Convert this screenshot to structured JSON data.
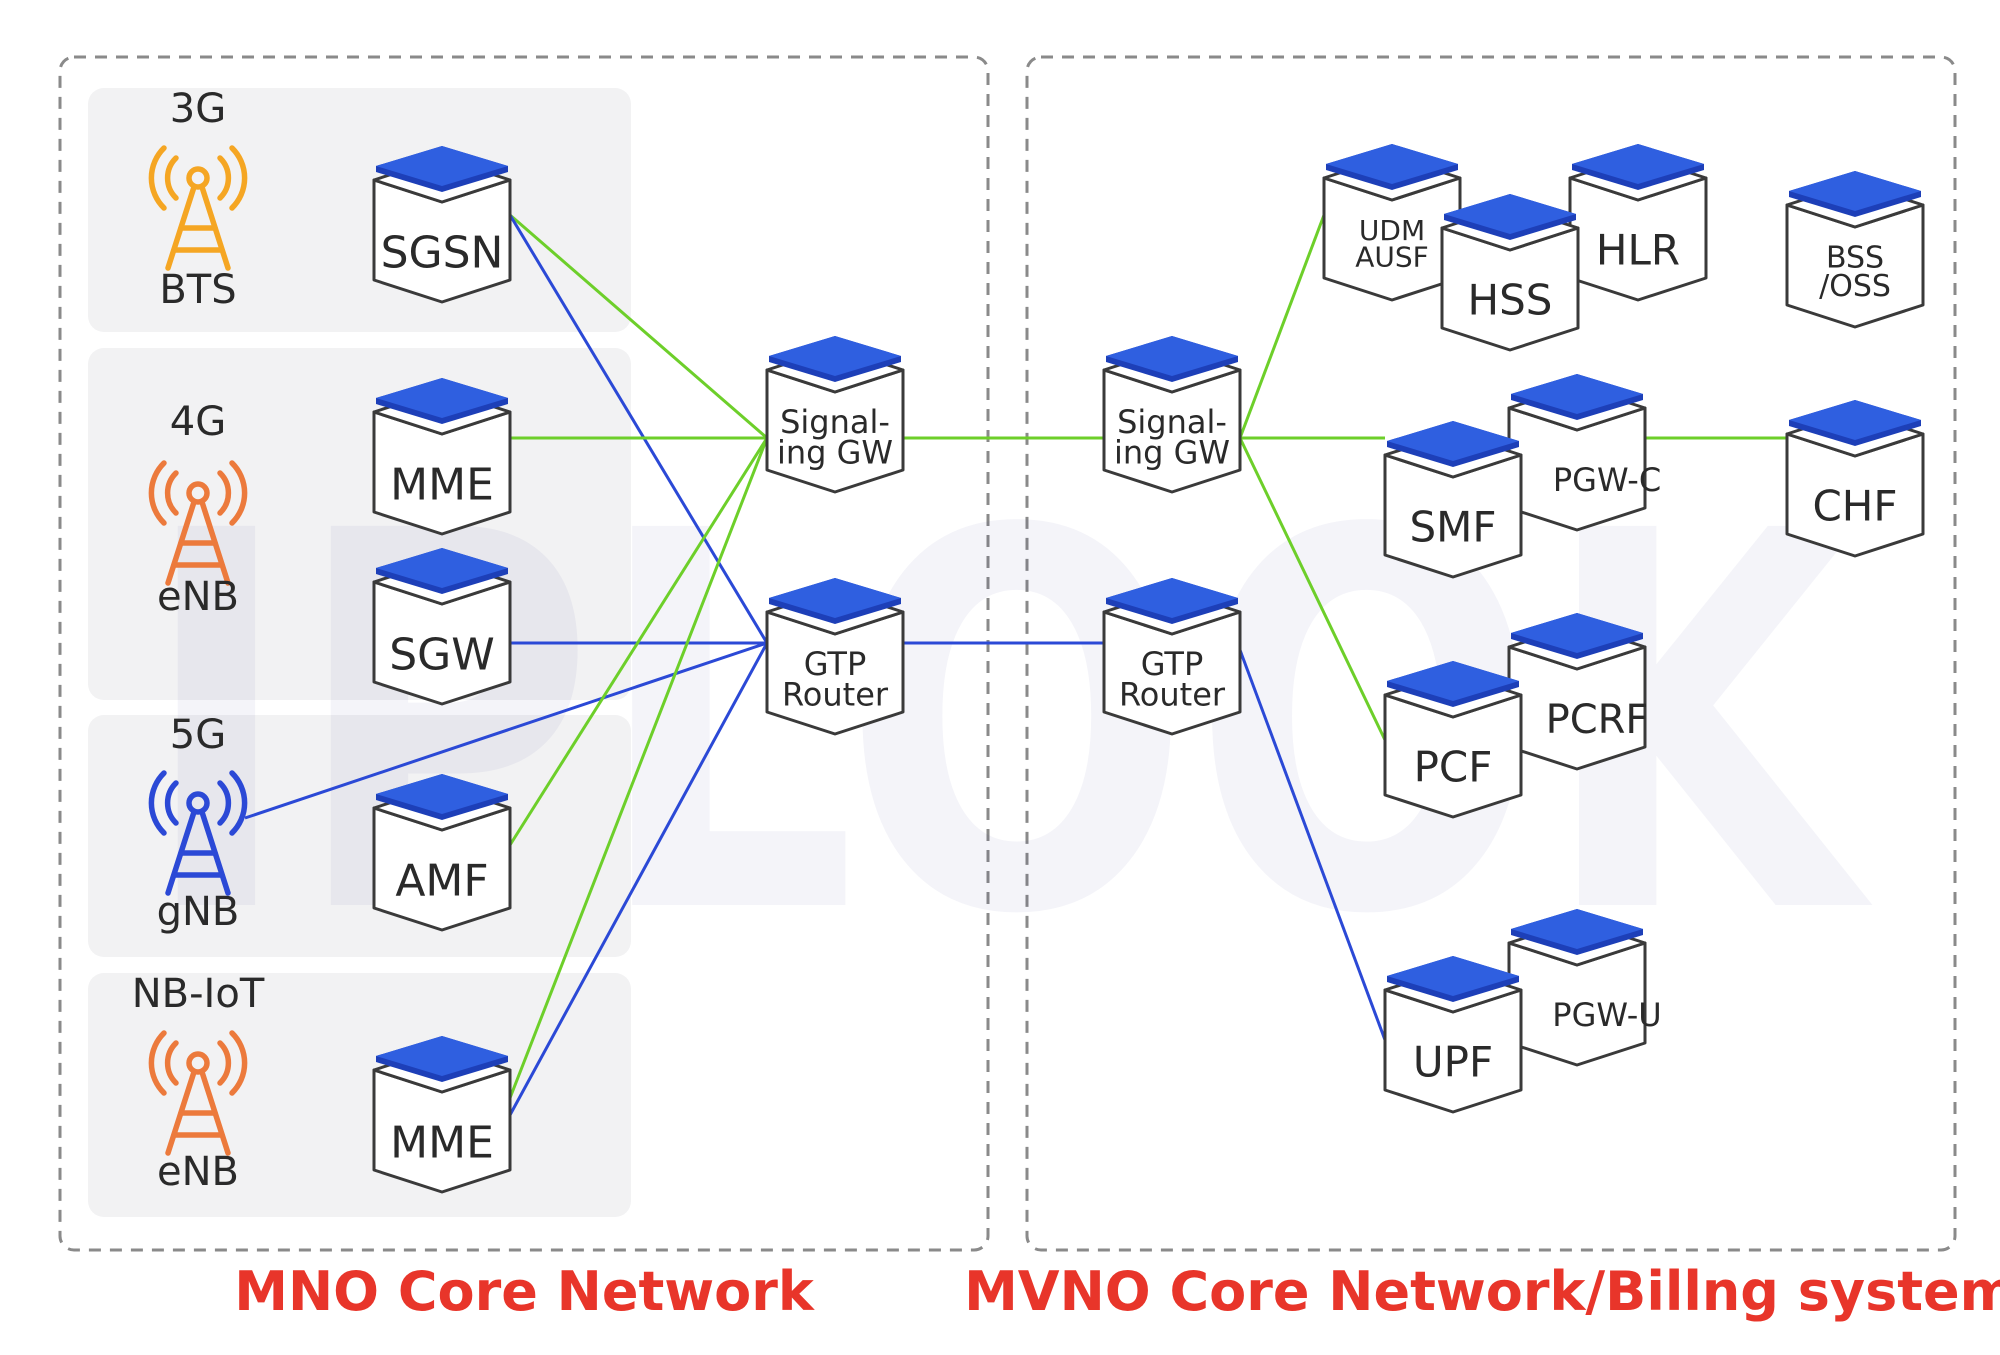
{
  "colors": {
    "cube_top": "#2f5fe0",
    "cube_top_dark": "#1d3fb8",
    "cube_outline": "#3a3a3a",
    "line_green": "#6dcf2a",
    "line_blue": "#2b49d6",
    "title_red": "#e8352a",
    "panel_bg": "#f2f2f3",
    "tower_3g": "#f5a623",
    "tower_4g": "#ec7a3c",
    "tower_5g": "#2b49d6",
    "tower_nbiot": "#ec7a3c"
  },
  "watermark": "IPLOOK",
  "sections": {
    "mno_title": "MNO Core Network",
    "mvno_title": "MVNO Core Network/Billng system"
  },
  "towers": [
    {
      "id": "3g",
      "gen": "3G",
      "name": "BTS",
      "color": "#f5a623"
    },
    {
      "id": "4g",
      "gen": "4G",
      "name": "eNB",
      "color": "#ec7a3c"
    },
    {
      "id": "5g",
      "gen": "5G",
      "name": "gNB",
      "color": "#2b49d6"
    },
    {
      "id": "nbiot",
      "gen": "NB-IoT",
      "name": "eNB",
      "color": "#ec7a3c"
    }
  ],
  "nodes": {
    "sgsn": {
      "lines": [
        "SGSN"
      ]
    },
    "mme4g": {
      "lines": [
        "MME"
      ]
    },
    "sgw": {
      "lines": [
        "SGW"
      ]
    },
    "amf": {
      "lines": [
        "AMF"
      ]
    },
    "mme_nbiot": {
      "lines": [
        "MME"
      ]
    },
    "sig_gw_mno": {
      "lines": [
        "Signal-",
        "ing GW"
      ]
    },
    "gtp_mno": {
      "lines": [
        "GTP",
        "Router"
      ]
    },
    "sig_gw_mvno": {
      "lines": [
        "Signal-",
        "ing GW"
      ]
    },
    "gtp_mvno": {
      "lines": [
        "GTP",
        "Router"
      ]
    },
    "udm": {
      "lines": [
        "UDM",
        "AUSF"
      ]
    },
    "hss": {
      "lines": [
        "HSS"
      ]
    },
    "hlr": {
      "lines": [
        "HLR"
      ]
    },
    "bss": {
      "lines": [
        "BSS",
        "/OSS"
      ]
    },
    "pgwc": {
      "lines": [
        "PGW-C"
      ]
    },
    "smf": {
      "lines": [
        "SMF"
      ]
    },
    "chf": {
      "lines": [
        "CHF"
      ]
    },
    "pcrf": {
      "lines": [
        "PCRF"
      ]
    },
    "pcf": {
      "lines": [
        "PCF"
      ]
    },
    "pgwu": {
      "lines": [
        "PGW-U"
      ]
    },
    "upf": {
      "lines": [
        "UPF"
      ]
    }
  },
  "links": [
    {
      "from": "sgsn",
      "to": "sig_gw_mno",
      "type": "signaling"
    },
    {
      "from": "sgsn",
      "to": "gtp_mno",
      "type": "user-plane"
    },
    {
      "from": "mme4g",
      "to": "sig_gw_mno",
      "type": "signaling"
    },
    {
      "from": "sgw",
      "to": "gtp_mno",
      "type": "user-plane"
    },
    {
      "from": "gnb",
      "to": "gtp_mno",
      "type": "user-plane"
    },
    {
      "from": "amf",
      "to": "sig_gw_mno",
      "type": "signaling"
    },
    {
      "from": "mme_nbiot",
      "to": "sig_gw_mno",
      "type": "signaling"
    },
    {
      "from": "mme_nbiot",
      "to": "gtp_mno",
      "type": "user-plane"
    },
    {
      "from": "sig_gw_mno",
      "to": "sig_gw_mvno",
      "type": "signaling"
    },
    {
      "from": "gtp_mno",
      "to": "gtp_mvno",
      "type": "user-plane"
    },
    {
      "from": "sig_gw_mvno",
      "to": "udm",
      "type": "signaling"
    },
    {
      "from": "sig_gw_mvno",
      "to": "smf",
      "type": "signaling"
    },
    {
      "from": "sig_gw_mvno",
      "to": "pcf",
      "type": "signaling"
    },
    {
      "from": "pgwc",
      "to": "chf",
      "type": "signaling"
    },
    {
      "from": "gtp_mvno",
      "to": "upf",
      "type": "user-plane"
    }
  ]
}
